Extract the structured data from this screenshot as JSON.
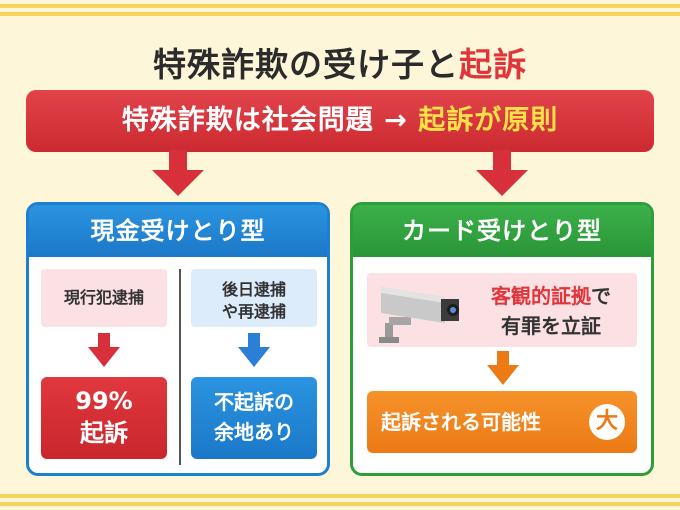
{
  "title": {
    "main": "特殊詐欺の受け子と",
    "accent": "起訴"
  },
  "banner": {
    "text": "特殊詐欺は社会問題 → ",
    "highlight": "起訴が原則"
  },
  "cash_panel": {
    "heading": "現金受けとり型",
    "left": {
      "condition": "現行犯逮捕",
      "result_line1": "99%",
      "result_line2": "起訴"
    },
    "right": {
      "condition_line1": "後日逮捕",
      "condition_line2": "や再逮捕",
      "result_line1": "不起訴の",
      "result_line2": "余地あり"
    }
  },
  "card_panel": {
    "heading": "カード受けとり型",
    "evidence_line1_accent": "客観的証拠",
    "evidence_line1_rest": "で",
    "evidence_line2": "有罪を立証",
    "result": "起訴される可能性",
    "result_badge": "大"
  },
  "colors": {
    "red": "#e0363b",
    "blue": "#1d7fd0",
    "green": "#2e9d3c",
    "orange": "#ec7a15",
    "yellow_highlight": "#ffe24a",
    "background": "#fdf6d8"
  },
  "icons": [
    "security-camera-icon",
    "arrow-down-icon"
  ]
}
